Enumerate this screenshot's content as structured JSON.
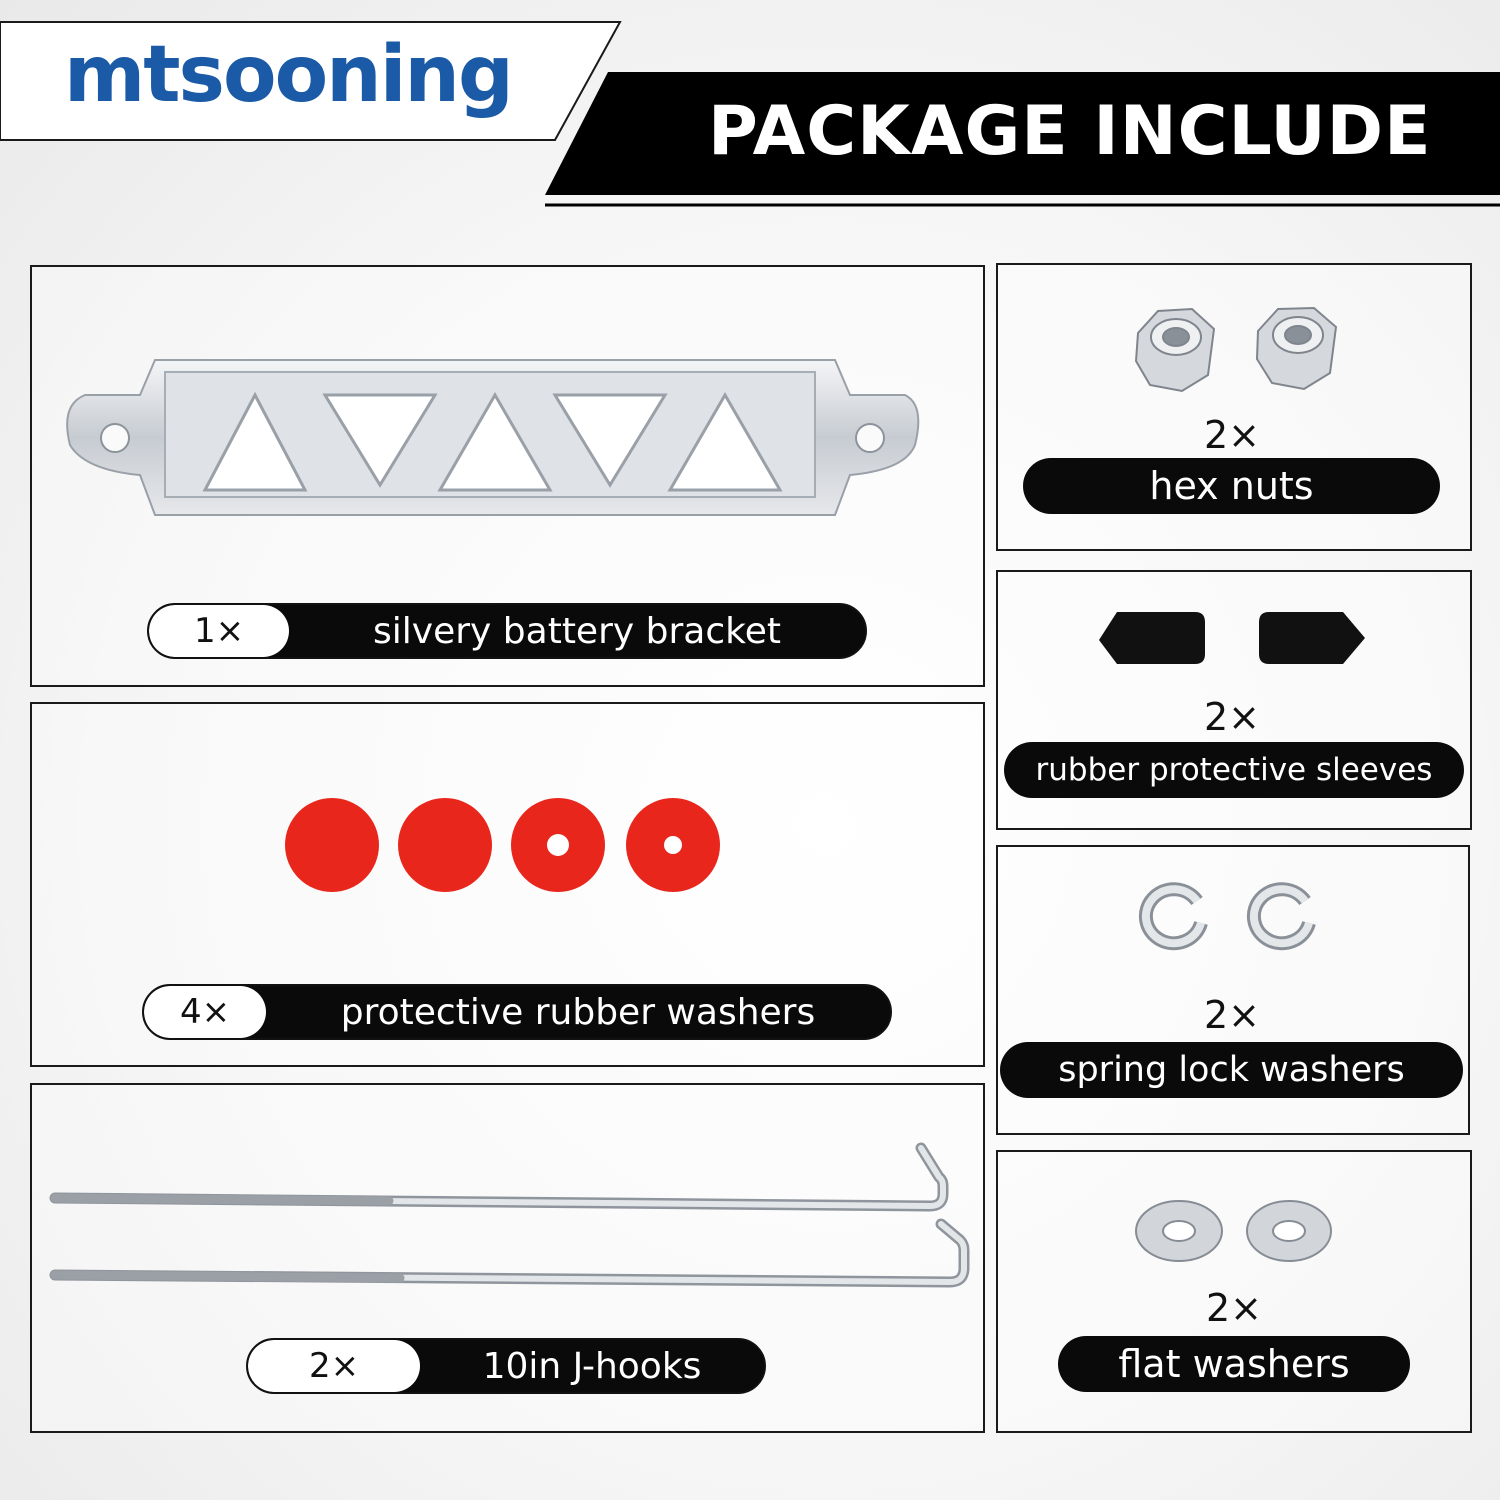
{
  "brand": {
    "logo_text": "mtsooning",
    "accent_color": "#1b5aa6"
  },
  "header": {
    "title": "PACKAGE INCLUDE"
  },
  "items": [
    {
      "qty": "1×",
      "name": "silvery battery bracket",
      "icon": "battery-bracket"
    },
    {
      "qty": "4×",
      "name": "protective rubber washers",
      "icon": "red-rubber-washers"
    },
    {
      "qty": "2×",
      "name": "10in J-hooks",
      "icon": "j-hooks"
    },
    {
      "qty": "2×",
      "name": "hex nuts",
      "icon": "hex-nuts"
    },
    {
      "qty": "2×",
      "name": "rubber protective sleeves",
      "icon": "rubber-sleeves"
    },
    {
      "qty": "2×",
      "name": "spring lock washers",
      "icon": "spring-lock-washers"
    },
    {
      "qty": "2×",
      "name": "flat washers",
      "icon": "flat-washers"
    }
  ],
  "colors": {
    "pill_dark": "#0a0a0a",
    "washer_red": "#e8261c",
    "metal": "#c9cdd2"
  }
}
